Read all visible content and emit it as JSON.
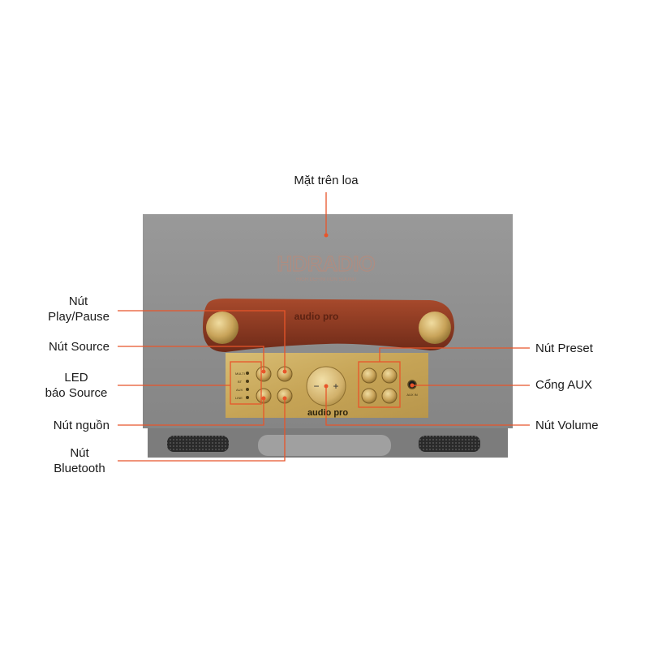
{
  "labels": {
    "top_surface": "Mặt trên loa",
    "play_pause_line1": "Nút",
    "play_pause_line2": "Play/Pause",
    "source": "Nút Source",
    "led_line1": "LED",
    "led_line2": "báo Source",
    "power": "Nút nguồn",
    "bluetooth_line1": "Nút",
    "bluetooth_line2": "Bluetooth",
    "preset": "Nút Preset",
    "aux": "Cổng AUX",
    "volume": "Nút Volume"
  },
  "device": {
    "watermark_main": "HDRADIO",
    "watermark_sub": "HIGH DEFINITION SOUND",
    "strap_brand": "audio pro",
    "panel_brand": "audio pro",
    "led_labels": [
      "MULTI",
      "BT",
      "AUX",
      "LINE"
    ],
    "aux_label": "AUX IN",
    "volume_minus": "−",
    "volume_plus": "+"
  },
  "colors": {
    "callout": "#e8552a",
    "body": "#8f8f8f",
    "panel": "#c9a95a",
    "strap": "#8a3520"
  }
}
